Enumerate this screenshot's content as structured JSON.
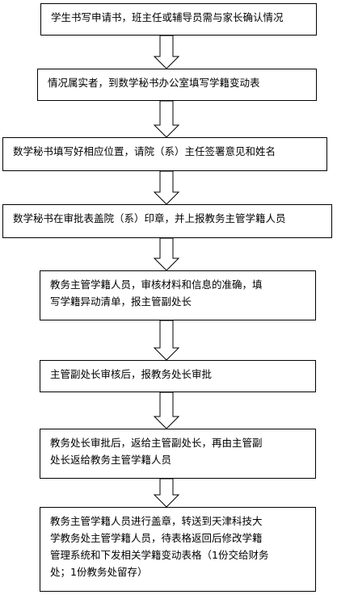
{
  "steps": [
    {
      "text": "学生书写申请书，班主任或辅导员需与家长确认情况"
    },
    {
      "text": "情况属实者，到数学秘书办公室填写学籍变动表"
    },
    {
      "text": "数学秘书填写好相应位置，请院（系）主任签署意见和姓名"
    },
    {
      "text": "数学秘书在审批表盖院（系）印章，并上报教务主管学籍人员"
    },
    {
      "text": "教务主管学籍人员，审核材料和信息的准确，填\n写学籍异动清单，报主管副处长"
    },
    {
      "text": "主管副处长审核后，报教务处长审批"
    },
    {
      "text": "教务处长审批后，返给主管副处长，再由主管副\n处长返给教务主管学籍人员"
    },
    {
      "text": "教务主管学籍人员进行盖章，转送到天津科技大\n学教务处主管学籍人员，待表格返回后修改学籍\n管理系统和下发相关学籍变动表格（1份交给财务\n处；1份教务处留存）"
    }
  ]
}
